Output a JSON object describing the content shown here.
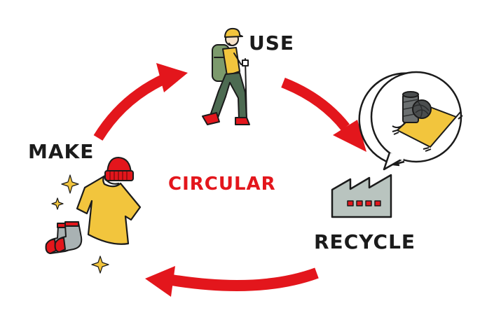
{
  "labels": {
    "use": "USE",
    "make": "MAKE",
    "recycle": "RECYCLE",
    "center": "CIRCULAR"
  },
  "colors": {
    "arrow": "#e3161c",
    "accent_yellow": "#f2c53d",
    "outline": "#1b1b1b",
    "factory_gray": "#b9c4bf",
    "pants_green": "#4d6b52",
    "backpack_green": "#7c9a6c",
    "sock_gray": "#a9b2b3"
  },
  "icons": [
    "hiker-icon",
    "yarn-and-fabric-icon",
    "factory-icon",
    "shirt-icon",
    "beanie-icon",
    "socks-icon",
    "sparkle-icon"
  ]
}
